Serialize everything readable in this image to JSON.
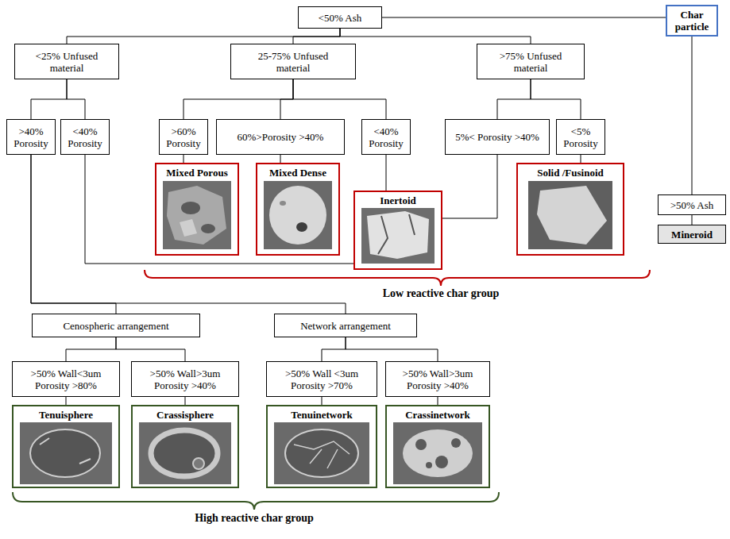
{
  "diagram": {
    "nodes": [
      {
        "text": [
          "<50% Ash"
        ]
      },
      {
        "text": [
          "Char particle"
        ]
      },
      {
        "text": [
          "<25% Unfused material"
        ]
      },
      {
        "text": [
          "25-75% Unfused material"
        ]
      },
      {
        "text": [
          ">75% Unfused material"
        ]
      },
      {
        "text": [
          ">40% Porosity"
        ]
      },
      {
        "text": [
          "<40% Porosity"
        ]
      },
      {
        "text": [
          ">60% Porosity"
        ]
      },
      {
        "text": [
          "60%>Porosity >40%"
        ]
      },
      {
        "text": [
          "<40% Porosity"
        ]
      },
      {
        "text": [
          "5%< Porosity >40%"
        ]
      },
      {
        "text": [
          "<5% Porosity"
        ]
      },
      {
        "text": [
          ">50% Ash"
        ]
      },
      {
        "text": [
          "Mixed Porous"
        ]
      },
      {
        "text": [
          "Mixed Dense"
        ]
      },
      {
        "text": [
          "Inertoid"
        ]
      },
      {
        "text": [
          "Solid /Fusinoid"
        ]
      },
      {
        "text": [
          "Mineroid"
        ]
      },
      {
        "text": [
          "Cenospheric arrangement"
        ]
      },
      {
        "text": [
          "Network arrangement"
        ]
      },
      {
        "text": [
          ">50% Wall<3um Porosity >80%"
        ]
      },
      {
        "text": [
          ">50% Wall>3um Porosity >40%"
        ]
      },
      {
        "text": [
          ">50% Wall <3um Porosity >70%"
        ]
      },
      {
        "text": [
          ">50% Wall>3um Porosity >40%"
        ]
      },
      {
        "text": [
          "Tenuisphere"
        ]
      },
      {
        "text": [
          "Crassisphere"
        ]
      },
      {
        "text": [
          "Tenuinetwork"
        ]
      },
      {
        "text": [
          "Crassinetwork"
        ]
      }
    ],
    "edges": [
      {
        "from": 1,
        "to": 0,
        "arrow": "none"
      },
      {
        "from": 1,
        "to": 12,
        "arrow": "none"
      },
      {
        "from": 12,
        "to": 17,
        "arrow": "none"
      },
      {
        "from": 0,
        "to": 2,
        "arrow": "none"
      },
      {
        "from": 0,
        "to": 3,
        "arrow": "none"
      },
      {
        "from": 0,
        "to": 4,
        "arrow": "none"
      },
      {
        "from": 2,
        "to": 5,
        "arrow": "none"
      },
      {
        "from": 2,
        "to": 6,
        "arrow": "none"
      },
      {
        "from": 3,
        "to": 7,
        "arrow": "none"
      },
      {
        "from": 3,
        "to": 8,
        "arrow": "none"
      },
      {
        "from": 3,
        "to": 9,
        "arrow": "none"
      },
      {
        "from": 4,
        "to": 10,
        "arrow": "none"
      },
      {
        "from": 4,
        "to": 11,
        "arrow": "none"
      },
      {
        "from": 7,
        "to": 13,
        "arrow": "none"
      },
      {
        "from": 8,
        "to": 14,
        "arrow": "none"
      },
      {
        "from": 9,
        "to": 15,
        "arrow": "none"
      },
      {
        "from": 10,
        "to": 15,
        "arrow": "none"
      },
      {
        "from": 11,
        "to": 16,
        "arrow": "none"
      },
      {
        "from": 6,
        "to": 15,
        "arrow": "none"
      },
      {
        "from": 5,
        "to": 18,
        "arrow": "none"
      },
      {
        "from": 5,
        "to": 19,
        "arrow": "none"
      },
      {
        "from": 18,
        "to": 20,
        "arrow": "none"
      },
      {
        "from": 18,
        "to": 21,
        "arrow": "none"
      },
      {
        "from": 19,
        "to": 22,
        "arrow": "none"
      },
      {
        "from": 19,
        "to": 23,
        "arrow": "none"
      },
      {
        "from": 20,
        "to": 24,
        "arrow": "none"
      },
      {
        "from": 21,
        "to": 25,
        "arrow": "none"
      },
      {
        "from": 22,
        "to": 26,
        "arrow": "none"
      },
      {
        "from": 23,
        "to": 27,
        "arrow": "none"
      }
    ],
    "labels": [
      "Low reactive char group",
      "High reactive char group"
    ]
  }
}
